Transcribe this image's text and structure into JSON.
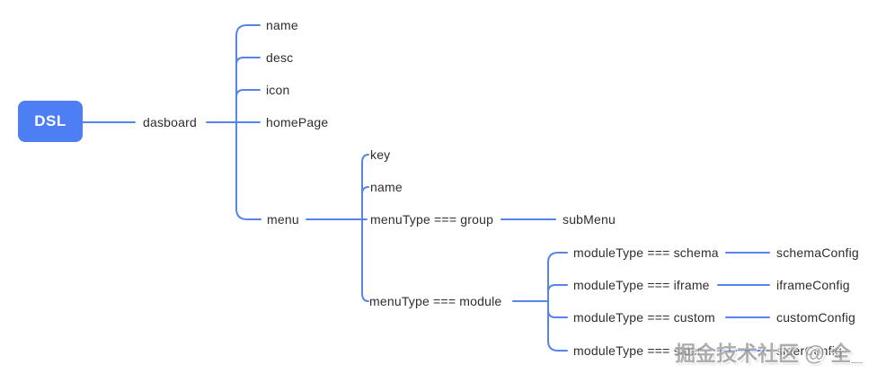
{
  "tree": {
    "label": "DSL",
    "children": [
      {
        "label": "dasboard",
        "children": [
          {
            "label": "name"
          },
          {
            "label": "desc"
          },
          {
            "label": "icon"
          },
          {
            "label": "homePage"
          },
          {
            "label": "menu",
            "children": [
              {
                "label": "key"
              },
              {
                "label": "name"
              },
              {
                "label": "menuType === group",
                "children": [
                  {
                    "label": "subMenu"
                  }
                ]
              },
              {
                "label": "menuType === module",
                "children": [
                  {
                    "label": "moduleType === schema",
                    "children": [
                      {
                        "label": "schemaConfig"
                      }
                    ]
                  },
                  {
                    "label": "moduleType === iframe",
                    "children": [
                      {
                        "label": "iframeConfig"
                      }
                    ]
                  },
                  {
                    "label": "moduleType === custom",
                    "children": [
                      {
                        "label": "customConfig"
                      }
                    ]
                  },
                  {
                    "label": "moduleType === sider",
                    "children": [
                      {
                        "label": "siderConfig"
                      }
                    ]
                  }
                ]
              }
            ]
          }
        ]
      }
    ]
  },
  "watermark": {
    "text": "掘金技术社区 @ 全_"
  },
  "colors": {
    "node_fill": "#4d7ef3",
    "node_text": "#ffffff",
    "line": "#5584ec",
    "text": "#2d2d2d",
    "watermark": "#999999"
  }
}
